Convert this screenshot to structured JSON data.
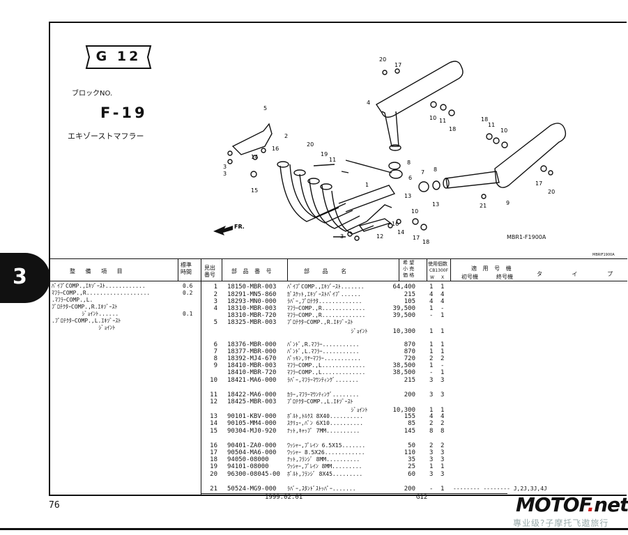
{
  "header": {
    "group_code": "G 12",
    "block_label": "ブロックNO.",
    "block_no": "F-19",
    "block_name": "エキゾーストマフラー"
  },
  "drawing": {
    "code": "MBR1-F1900A",
    "page_code": "MBRlF1900A",
    "direction": "FR.",
    "callouts": [
      "20",
      "17",
      "4",
      "5",
      "2",
      "16",
      "14",
      "3",
      "3",
      "15",
      "20",
      "19",
      "11",
      "8",
      "6",
      "1",
      "13",
      "12",
      "3",
      "14",
      "16",
      "10",
      "17",
      "18",
      "10",
      "11",
      "18",
      "7",
      "8",
      "13",
      "21",
      "9",
      "18",
      "11",
      "10",
      "17",
      "20"
    ]
  },
  "section_tab": {
    "number": "3"
  },
  "table_header": {
    "left": {
      "col1": "整 備 項 目",
      "col2": "標準\n時間"
    },
    "right": {
      "no": "見出\n番号",
      "part_no": "部 品 番 号",
      "part_name": "部 品 名",
      "price": "希 望\n小 売\n価 格",
      "qty_title": "使用個数",
      "model": "CB1300F",
      "w": "W",
      "x": "X",
      "applic": "適 用 号 機",
      "first": "初号機",
      "last": "終号機",
      "type": "タ イ プ"
    }
  },
  "service_items": [
    {
      "name": "ﾊﾟｲﾌﾟCOMP.,ｴｷｿﾞｰｽﾄ............",
      "time": "0.6"
    },
    {
      "name": "ﾏﾌﾗｰCOMP.,R...................",
      "time": "0.2"
    },
    {
      "name": ".ﾏﾌﾗｰCOMP.,L.",
      "time": ""
    },
    {
      "name": "ﾌﾟﾛﾃｸﾀｰCOMP.,R.ｴｷｿﾞｰｽﾄ",
      "time": ""
    },
    {
      "name": "         ｼﾞｮｲﾝﾄ......",
      "time": "0.1"
    },
    {
      "name": ".ﾌﾟﾛﾃｸﾀｰCOMP.,L.ｴｷｿﾞｰｽﾄ",
      "time": ""
    },
    {
      "name": "              ｼﾞｮｲﾝﾄ",
      "time": ""
    }
  ],
  "parts": [
    {
      "no": "1",
      "part_no": "18150-MBR-003",
      "name": "ﾊﾟｲﾌﾟCOMP.,ｴｷｿﾞｰｽﾄ.......",
      "price": "64,400",
      "w": "1",
      "x": "1",
      "type": ""
    },
    {
      "no": "2",
      "part_no": "18291-MN5-860",
      "name": "ｶﾞｽｹｯﾄ,ｴｷｿﾞｰｽﾄﾊﾟｲﾌﾟ......",
      "price": "215",
      "w": "4",
      "x": "4",
      "type": ""
    },
    {
      "no": "3",
      "part_no": "18293-MN0-000",
      "name": "ﾗﾊﾞｰ,ﾌﾟﾛﾃｸﾀ.............",
      "price": "105",
      "w": "4",
      "x": "4",
      "type": ""
    },
    {
      "no": "4",
      "part_no": "18310-MBR-003",
      "name": "ﾏﾌﾗｰCOMP.,R.............",
      "price": "39,500",
      "w": "1",
      "x": "-",
      "type": ""
    },
    {
      "no": "",
      "part_no": "18310-MBR-720",
      "name": "ﾏﾌﾗｰCOMP.,R.............",
      "price": "39,500",
      "w": "-",
      "x": "1",
      "type": ""
    },
    {
      "no": "5",
      "part_no": "18325-MBR-003",
      "name": "ﾌﾟﾛﾃｸﾀｰCOMP.,R.ｴｷｿﾞｰｽﾄ",
      "price": "",
      "w": "",
      "x": "",
      "type": ""
    },
    {
      "no": "",
      "part_no": "",
      "name": "                   ｼﾞｮｲﾝﾄ",
      "price": "10,300",
      "w": "1",
      "x": "1",
      "type": ""
    },
    {
      "no": "6",
      "part_no": "18376-MBR-000",
      "name": "ﾊﾞﾝﾄﾞ,R.ﾏﾌﾗｰ...........",
      "price": "870",
      "w": "1",
      "x": "1",
      "type": ""
    },
    {
      "no": "7",
      "part_no": "18377-MBR-000",
      "name": "ﾊﾞﾝﾄﾞ,L.ﾏﾌﾗｰ...........",
      "price": "870",
      "w": "1",
      "x": "1",
      "type": ""
    },
    {
      "no": "8",
      "part_no": "18392-MJ4-670",
      "name": "ﾊﾟｯｷﾝ,ﾘﾔｰﾏﾌﾗｰ...........",
      "price": "720",
      "w": "2",
      "x": "2",
      "type": ""
    },
    {
      "no": "9",
      "part_no": "18410-MBR-003",
      "name": "ﾏﾌﾗｰCOMP.,L.............",
      "price": "38,500",
      "w": "1",
      "x": "-",
      "type": ""
    },
    {
      "no": "",
      "part_no": "18410-MBR-720",
      "name": "ﾏﾌﾗｰCOMP.,L.............",
      "price": "38,500",
      "w": "-",
      "x": "1",
      "type": ""
    },
    {
      "no": "10",
      "part_no": "18421-MA6-000",
      "name": "ﾗﾊﾞｰ,ﾏﾌﾗｰﾏｳﾝﾃｨﾝｸﾞ.......",
      "price": "215",
      "w": "3",
      "x": "3",
      "type": ""
    },
    {
      "no": "11",
      "part_no": "18422-MA6-000",
      "name": "ｶﾗｰ,ﾏﾌﾗｰﾏｳﾝﾃｨﾝｸﾞ........",
      "price": "200",
      "w": "3",
      "x": "3",
      "type": ""
    },
    {
      "no": "12",
      "part_no": "18425-MBR-003",
      "name": "ﾌﾟﾛﾃｸﾀｰCOMP.,L.ｴｷｿﾞｰｽﾄ",
      "price": "",
      "w": "",
      "x": "",
      "type": ""
    },
    {
      "no": "",
      "part_no": "",
      "name": "                   ｼﾞｮｲﾝﾄ",
      "price": "10,300",
      "w": "1",
      "x": "1",
      "type": ""
    },
    {
      "no": "13",
      "part_no": "90101-KBV-000",
      "name": "ﾎﾞﾙﾄ,ﾄﾙｸｽ 8X40..........",
      "price": "155",
      "w": "4",
      "x": "4",
      "type": ""
    },
    {
      "no": "14",
      "part_no": "90105-MM4-000",
      "name": "ｽｸﾘｭｰ,ﾊﾟﾝ 6X10..........",
      "price": "85",
      "w": "2",
      "x": "2",
      "type": ""
    },
    {
      "no": "15",
      "part_no": "90304-MJ0-920",
      "name": "ﾅｯﾄ,ｷｬｯﾌﾟ 7MM..........",
      "price": "145",
      "w": "8",
      "x": "8",
      "type": ""
    },
    {
      "no": "16",
      "part_no": "90401-ZA0-000",
      "name": "ﾜｯｼｬｰ,ﾌﾟﾚｲﾝ 6.5X15.......",
      "price": "50",
      "w": "2",
      "x": "2",
      "type": ""
    },
    {
      "no": "17",
      "part_no": "90504-MA6-000",
      "name": "ﾜｯｼｬｰ 8.5X26............",
      "price": "110",
      "w": "3",
      "x": "3",
      "type": ""
    },
    {
      "no": "18",
      "part_no": "94050-08000",
      "name": "ﾅｯﾄ,ﾌﾗﾝｼﾞ 8MM..........",
      "price": "35",
      "w": "3",
      "x": "3",
      "type": ""
    },
    {
      "no": "19",
      "part_no": "94101-08000",
      "name": "ﾜｯｼｬｰ,ﾌﾟﾚｲﾝ 8MM.........",
      "price": "25",
      "w": "1",
      "x": "1",
      "type": ""
    },
    {
      "no": "20",
      "part_no": "96300-08045-00",
      "name": "ﾎﾞﾙﾄ,ﾌﾗﾝｼﾞ 8X45.........",
      "price": "60",
      "w": "3",
      "x": "3",
      "type": ""
    },
    {
      "no": "21",
      "part_no": "50524-MG9-000",
      "name": "ﾗﾊﾞｰ,ｽﾀﾝﾄﾞｽﾄｯﾊﾟｰ.......",
      "price": "200",
      "w": "-",
      "x": "1",
      "type": "-------- -------- J,2J,3J,4J"
    }
  ],
  "footer": {
    "date": "1999.02.01",
    "code": "G12",
    "page_no": "76"
  },
  "watermark": {
    "brand_a": "MOTOF",
    "brand_dot": ".",
    "brand_b": "net",
    "tagline": "專业级?子摩托飞遨旅行"
  }
}
